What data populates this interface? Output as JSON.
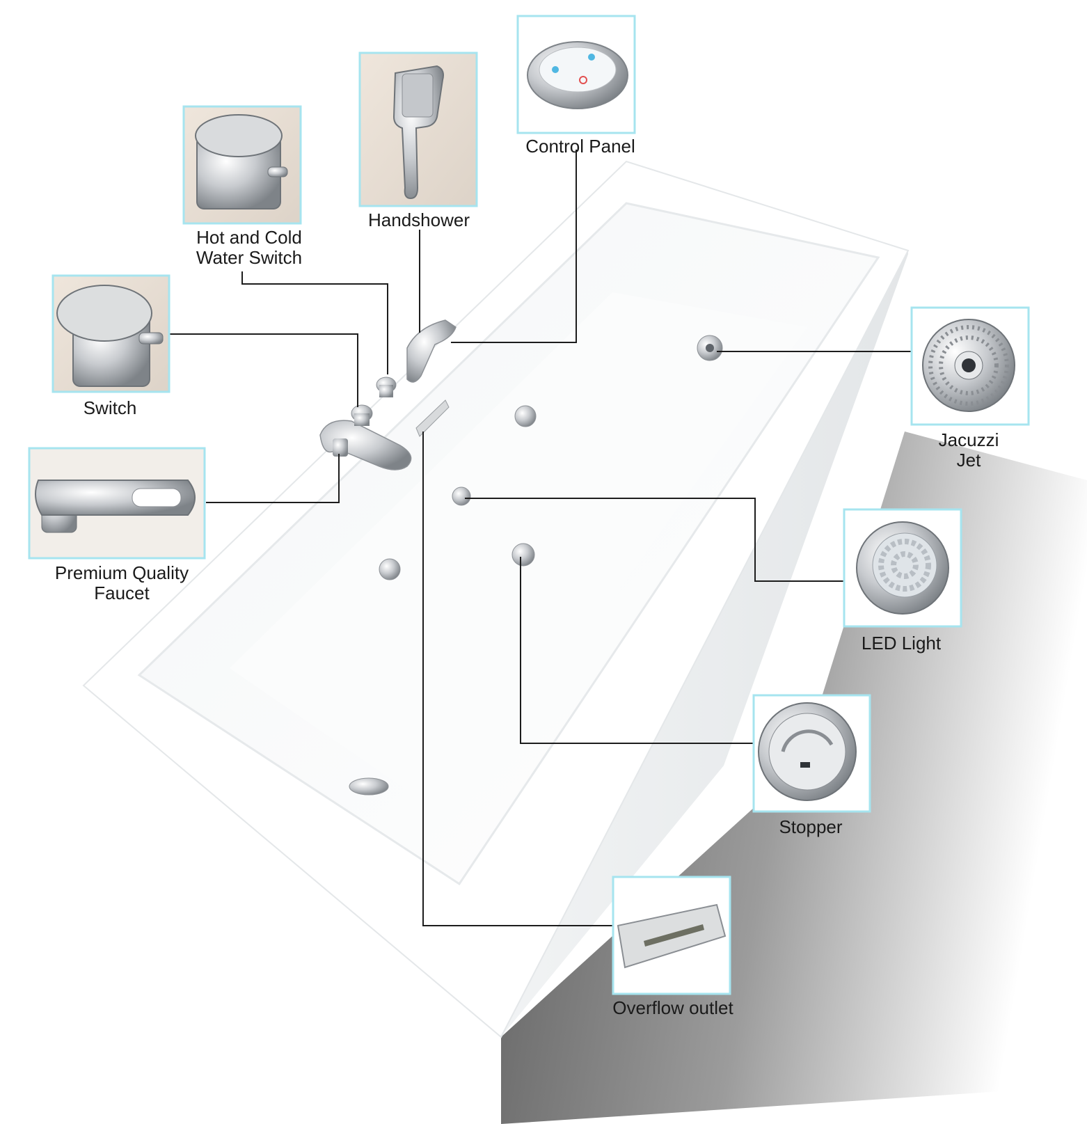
{
  "colors": {
    "frame_border": "#a6e4ef",
    "leader_line": "#1c1c1c",
    "tub_white": "#ffffff",
    "tub_shade": "#e9ecee",
    "chrome": "#c9ccd0",
    "floor_shadow": "#6a6a6a"
  },
  "callouts": {
    "control_panel": {
      "label": "Control Panel",
      "icon": "control-panel-icon"
    },
    "handshower": {
      "label": "Handshower",
      "icon": "handshower-icon"
    },
    "hot_cold_switch": {
      "label_line1": "Hot and Cold",
      "label_line2": "Water Switch",
      "icon": "mixer-knob-icon"
    },
    "switch": {
      "label": "Switch",
      "icon": "switch-knob-icon"
    },
    "faucet": {
      "label_line1": "Premium Quality",
      "label_line2": "Faucet",
      "icon": "faucet-icon"
    },
    "jacuzzi_jet": {
      "label_line1": "Jacuzzi",
      "label_line2": "Jet",
      "icon": "jet-nozzle-icon"
    },
    "led_light": {
      "label": "LED Light",
      "icon": "led-light-icon"
    },
    "stopper": {
      "label": "Stopper",
      "icon": "drain-stopper-icon"
    },
    "overflow_outlet": {
      "label": "Overflow outlet",
      "icon": "overflow-slot-icon"
    }
  }
}
